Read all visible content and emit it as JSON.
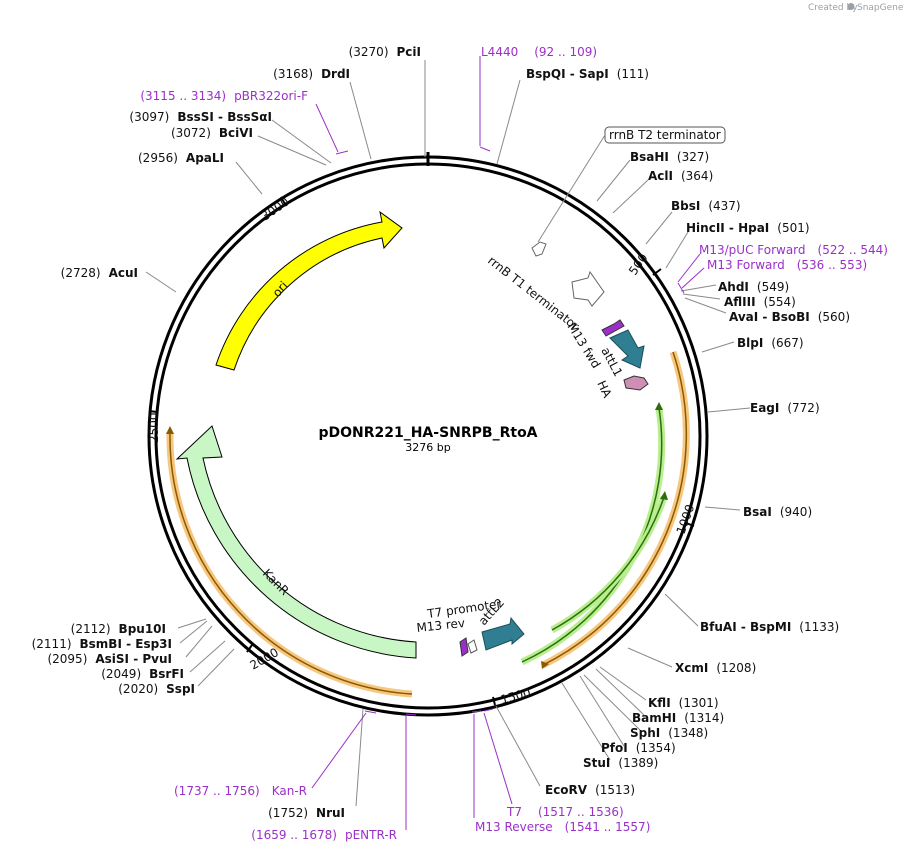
{
  "credit": {
    "label": "Created by",
    "brand": "SnapGene"
  },
  "plasmid": {
    "name": "pDONR221_HA-SNRPB_RtoA",
    "size": 3276,
    "size_label": "3276 bp"
  },
  "ticks": [
    "500",
    "1000",
    "1500",
    "2000",
    "2500",
    "3000"
  ],
  "restriction_sites": [
    {
      "name": "PciI",
      "pos": 3270,
      "pos_label": "(3270)"
    },
    {
      "name": "DrdI",
      "pos": 3168,
      "pos_label": "(3168)"
    },
    {
      "name": "BssSI  -  BssSαI",
      "pos": 3097,
      "pos_label": "(3097)"
    },
    {
      "name": "BciVI",
      "pos": 3072,
      "pos_label": "(3072)"
    },
    {
      "name": "ApaLI",
      "pos": 2956,
      "pos_label": "(2956)"
    },
    {
      "name": "AcuI",
      "pos": 2728,
      "pos_label": "(2728)"
    },
    {
      "name": "Bpu10I",
      "pos": 2112,
      "pos_label": "(2112)"
    },
    {
      "name": "BsmBI  -  Esp3I",
      "pos": 2111,
      "pos_label": "(2111)"
    },
    {
      "name": "AsiSI  -  PvuI",
      "pos": 2095,
      "pos_label": "(2095)"
    },
    {
      "name": "BsrFI",
      "pos": 2049,
      "pos_label": "(2049)"
    },
    {
      "name": "SspI",
      "pos": 2020,
      "pos_label": "(2020)"
    },
    {
      "name": "NruI",
      "pos": 1752,
      "pos_label": "(1752)"
    },
    {
      "name": "EcoRV",
      "pos": 1513,
      "pos_label": "(1513)"
    },
    {
      "name": "StuI",
      "pos": 1389,
      "pos_label": "(1389)"
    },
    {
      "name": "PfoI",
      "pos": 1354,
      "pos_label": "(1354)"
    },
    {
      "name": "SphI",
      "pos": 1348,
      "pos_label": "(1348)"
    },
    {
      "name": "BamHI",
      "pos": 1314,
      "pos_label": "(1314)"
    },
    {
      "name": "KflI",
      "pos": 1301,
      "pos_label": "(1301)"
    },
    {
      "name": "XcmI",
      "pos": 1208,
      "pos_label": "(1208)"
    },
    {
      "name": "BfuAI  -  BspMI",
      "pos": 1133,
      "pos_label": "(1133)"
    },
    {
      "name": "BsaI",
      "pos": 940,
      "pos_label": "(940)"
    },
    {
      "name": "EagI",
      "pos": 772,
      "pos_label": "(772)"
    },
    {
      "name": "BlpI",
      "pos": 667,
      "pos_label": "(667)"
    },
    {
      "name": "AvaI  -  BsoBI",
      "pos": 560,
      "pos_label": "(560)"
    },
    {
      "name": "AflIII",
      "pos": 554,
      "pos_label": "(554)"
    },
    {
      "name": "AhdI",
      "pos": 549,
      "pos_label": "(549)"
    },
    {
      "name": "HincII  -  HpaI",
      "pos": 501,
      "pos_label": "(501)"
    },
    {
      "name": "BbsI",
      "pos": 437,
      "pos_label": "(437)"
    },
    {
      "name": "AclI",
      "pos": 364,
      "pos_label": "(364)"
    },
    {
      "name": "BsaHI",
      "pos": 327,
      "pos_label": "(327)"
    },
    {
      "name": "BspQI  -  SapI",
      "pos": 111,
      "pos_label": "(111)"
    }
  ],
  "primers": [
    {
      "name": "L4440",
      "range": "(92 .. 109)",
      "start": 92,
      "end": 109
    },
    {
      "name": "pBR322ori-F",
      "range": "(3115 .. 3134)",
      "start": 3115,
      "end": 3134
    },
    {
      "name": "M13/pUC Forward",
      "range": "(522 .. 544)",
      "start": 522,
      "end": 544
    },
    {
      "name": "M13 Forward",
      "range": "(536 .. 553)",
      "start": 536,
      "end": 553
    },
    {
      "name": "Kan-R",
      "range": "(1737 .. 1756)",
      "start": 1737,
      "end": 1756
    },
    {
      "name": "pENTR-R",
      "range": "(1659 .. 1678)",
      "start": 1659,
      "end": 1678
    },
    {
      "name": "T7",
      "range": "(1517 .. 1536)",
      "start": 1517,
      "end": 1536
    },
    {
      "name": "M13 Reverse",
      "range": "(1541 .. 1557)",
      "start": 1541,
      "end": 1557
    }
  ],
  "features": {
    "rrnB_T2": "rrnB T2 terminator",
    "rrnB_T1": "rrnB T1 terminator",
    "m13_fwd": "M13 fwd",
    "attL1": "attL1",
    "ha": "HA",
    "t7_promoter": "T7 promoter",
    "m13_rev": "M13 rev",
    "attL2": "attL2",
    "ori": "ori",
    "kanr": "KanR"
  },
  "colors": {
    "ori": "#ffff00",
    "kanr": "#c8f7c5",
    "attL": "#2f7e92",
    "ha": "#cf8fb5",
    "m13": "#9b30c8",
    "orange_band": "#f7c77f",
    "green_band": "#b8ee8e",
    "primer": "#9b30c8"
  }
}
